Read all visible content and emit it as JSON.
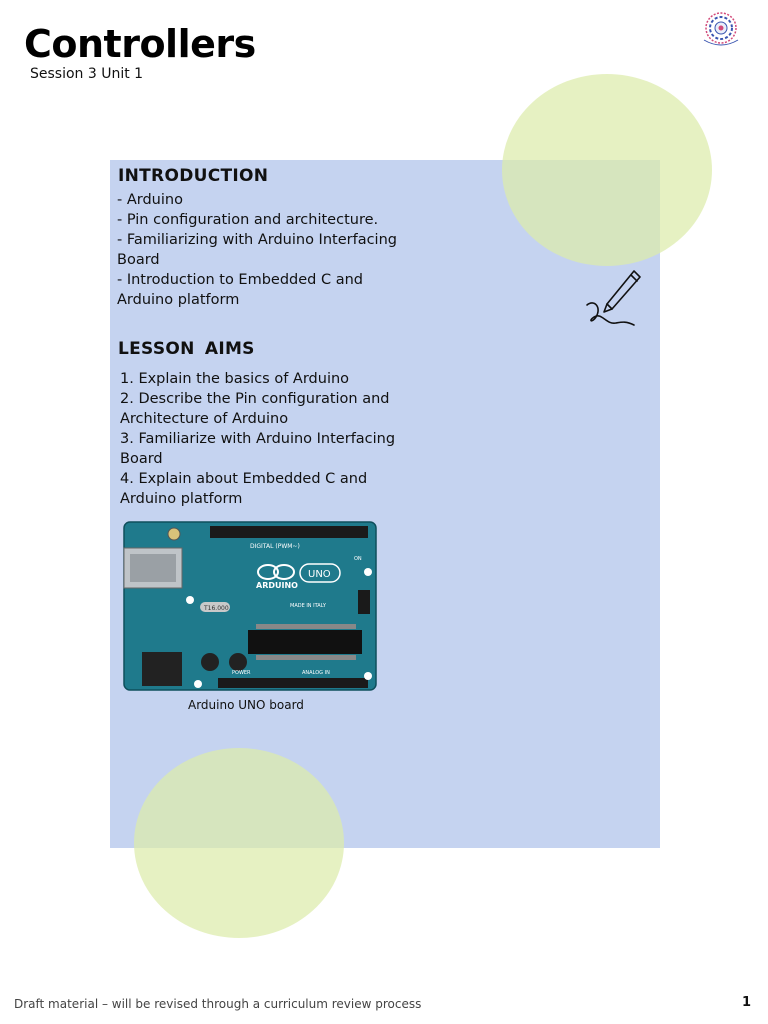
{
  "header": {
    "title": "Controllers",
    "subtitle": "Session 3 Unit 1"
  },
  "introduction": {
    "heading": "INTRODUCTION",
    "items": [
      "- Arduino",
      "- Pin configuration and architecture.",
      "- Familiarizing with Arduino Interfacing Board",
      "- Introduction to Embedded C and Arduino platform"
    ]
  },
  "lesson_aims": {
    "heading": "LESSON  AIMS",
    "items": [
      "1. Explain the basics of Arduino",
      "2. Describe the Pin configuration and Architecture of Arduino",
      "3. Familiarize with Arduino Interfacing Board",
      "4. Explain about Embedded C and Arduino platform"
    ]
  },
  "figure": {
    "caption": "Arduino UNO board",
    "board_brand": "ARDUINO",
    "board_model": "UNO",
    "board_digital_label": "DIGITAL (PWM~)",
    "board_analog_label": "ANALOG IN",
    "board_power_label": "POWER",
    "board_made_label": "MADE IN ITALY",
    "board_crystal_label": "T16.000",
    "board_on_label": "ON"
  },
  "footer": {
    "note": "Draft material – will be revised through a curriculum review process",
    "page_number": "1"
  },
  "icons": {
    "logo": "institute-seal-icon",
    "decoration": "pencil-icon"
  },
  "colors": {
    "panel": "#c5d3f0",
    "circle": "#dcebaa",
    "board": "#1f7a8c"
  }
}
